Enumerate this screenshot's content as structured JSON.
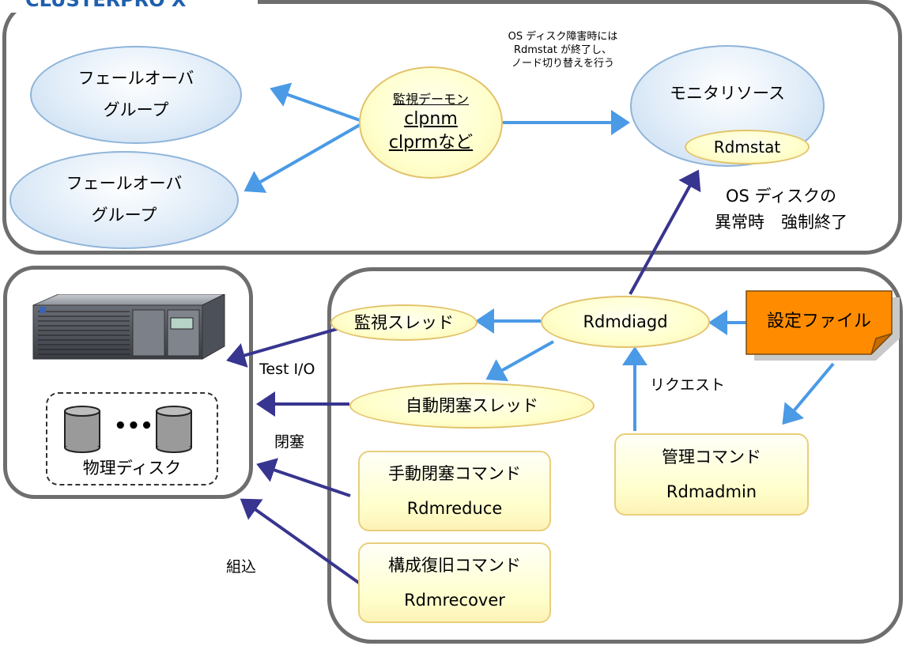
{
  "cluster": {
    "title": "CLUSTERPRO X"
  },
  "failover_groups": [
    {
      "line1": "フェールオーバ",
      "line2": "グループ"
    },
    {
      "line1": "フェールオーバ",
      "line2": "グループ"
    }
  ],
  "monitor_daemon": {
    "title": "監視デーモン",
    "cmd1": "clpnm",
    "cmd2": "clprmなど"
  },
  "monitor_resource": {
    "title": "モニタリソース",
    "inner": "Rdmstat"
  },
  "note_os_disk": {
    "line1": "OS ディスク障害時には",
    "line2": "Rdmstat が終了し、",
    "line3": "ノード切り替えを行う"
  },
  "os_disk_abnormal": {
    "line1": "OS ディスクの",
    "line2": "異常時　強制終了"
  },
  "server": {
    "disk_label": "物理ディスク",
    "ellipsis": "•••"
  },
  "rdmdiagd": "Rdmdiagd",
  "monitor_thread": "監視スレッド",
  "auto_block_thread": "自動閉塞スレッド",
  "config_file": "設定ファイル",
  "request_label": "リクエスト",
  "test_io_label": "Test I/O",
  "block_label": "閉塞",
  "install_label": "組込",
  "manual_block_cmd": {
    "title": "手動閉塞コマンド",
    "cmd": "Rdmreduce"
  },
  "recover_cmd": {
    "title": "構成復旧コマンド",
    "cmd": "Rdmrecover"
  },
  "admin_cmd": {
    "title": "管理コマンド",
    "cmd": "Rdmadmin"
  },
  "colors": {
    "light_arrow": "#4a9ae6",
    "dark_arrow": "#37358f",
    "panel_border": "#6e6e6e",
    "title": "#1f5fae",
    "config_fill": "#ff8c00"
  }
}
